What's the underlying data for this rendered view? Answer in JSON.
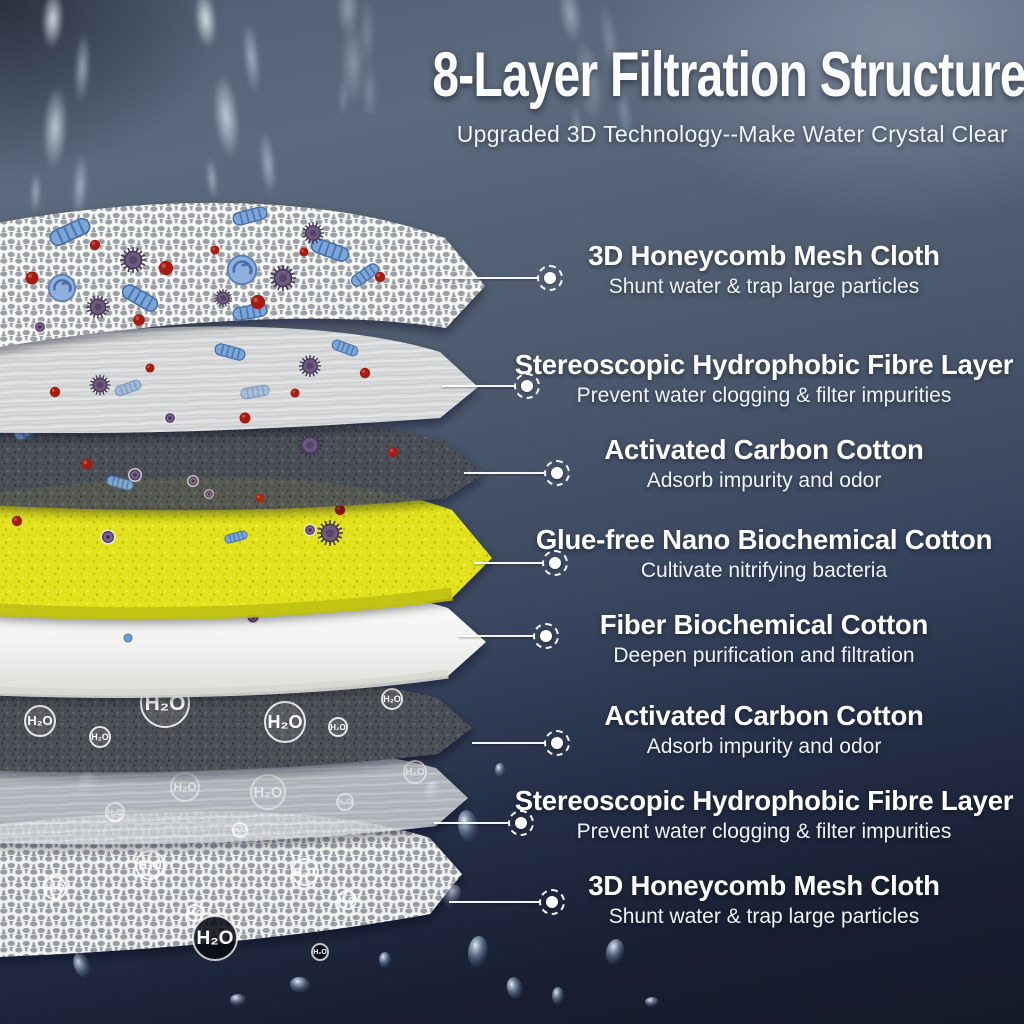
{
  "header": {
    "title": "8-Layer Filtration Structure",
    "subtitle": "Upgraded 3D Technology--Make Water Crystal Clear"
  },
  "callouts": [
    {
      "name": "3D Honeycomb Mesh Cloth",
      "description": "Shunt water & trap large particles"
    },
    {
      "name": "Stereoscopic Hydrophobic Fibre Layer",
      "description": "Prevent water clogging & filter impurities"
    },
    {
      "name": "Activated Carbon Cotton",
      "description": "Adsorb impurity and odor"
    },
    {
      "name": "Glue-free Nano Biochemical Cotton",
      "description": "Cultivate nitrifying bacteria"
    },
    {
      "name": "Fiber Biochemical Cotton",
      "description": "Deepen purification and filtration"
    },
    {
      "name": "Activated Carbon Cotton",
      "description": "Adsorb impurity and odor"
    },
    {
      "name": "Stereoscopic Hydrophobic Fibre Layer",
      "description": "Prevent water clogging & filter impurities"
    },
    {
      "name": "3D Honeycomb Mesh Cloth",
      "description": "Shunt water & trap large particles"
    }
  ],
  "molecule_label": "H₂O",
  "colors": {
    "background_top": "#5d6b7c",
    "background_bottom": "#141b2a",
    "mesh_layer": "#f5f5f3",
    "fiber_layer": "#d8dadb",
    "carbon_layer": "#4c5056",
    "nano_cotton_layer": "#e2e31d",
    "cotton_layer": "#f1f1ef",
    "text": "#ffffff"
  }
}
